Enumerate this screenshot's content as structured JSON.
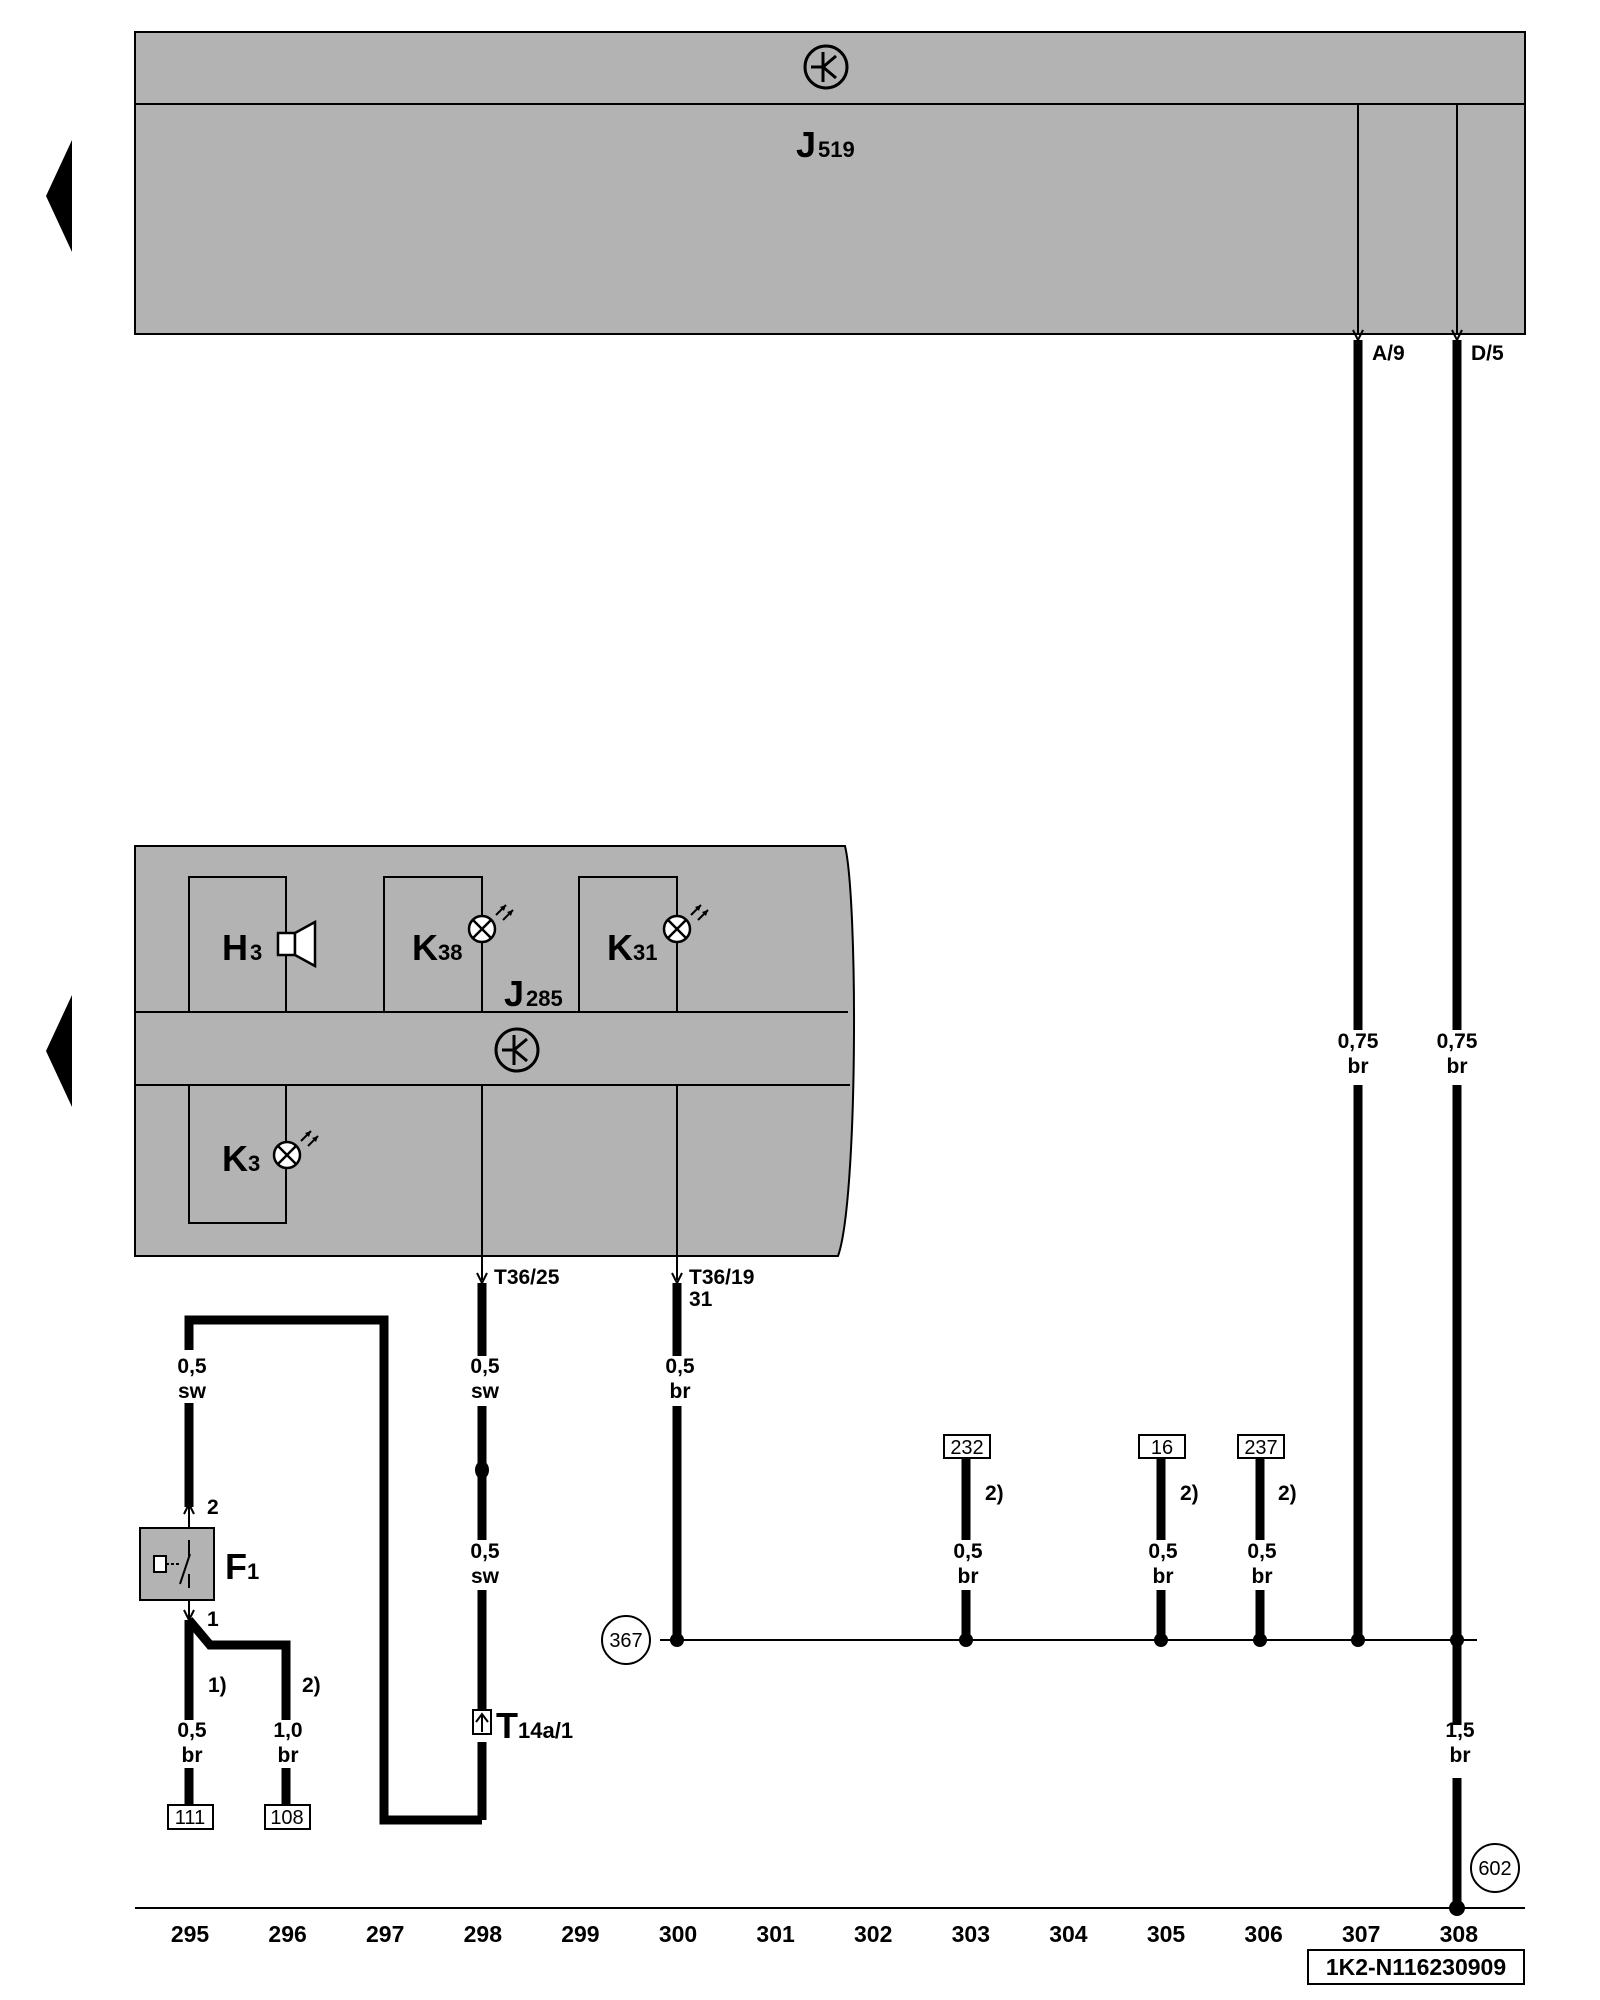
{
  "components": {
    "bcm": {
      "letter": "J",
      "sub": "519",
      "pins": {
        "a9": "A/9",
        "d5": "D/5"
      }
    },
    "cluster": {
      "letter": "J",
      "sub": "285",
      "pins": {
        "t36_25": "T36/25",
        "t36_19": "T36/19",
        "t36_19_term": "31"
      }
    },
    "buzzer": {
      "letter": "H",
      "sub": "3"
    },
    "warn_k38": {
      "letter": "K",
      "sub": "38"
    },
    "warn_k31": {
      "letter": "K",
      "sub": "31"
    },
    "warn_k3": {
      "letter": "K",
      "sub": "3"
    },
    "switch_f1": {
      "letter": "F",
      "sub": "1",
      "pin_top": "2",
      "pin_bottom": "1"
    },
    "connector_t14a": {
      "letter": "T",
      "sub": "14a/1"
    }
  },
  "wires": {
    "a9": {
      "size": "0,75",
      "color": "br"
    },
    "d5": {
      "size": "0,75",
      "color": "br"
    },
    "ground_main": {
      "size": "1,5",
      "color": "br"
    },
    "f1_up": {
      "size": "0,5",
      "color": "sw"
    },
    "t36_25_up": {
      "size": "0,5",
      "color": "sw"
    },
    "t36_25_down": {
      "size": "0,5",
      "color": "sw"
    },
    "t36_19": {
      "size": "0,5",
      "color": "br"
    },
    "r232": {
      "size": "0,5",
      "color": "br"
    },
    "r16": {
      "size": "0,5",
      "color": "br"
    },
    "r237": {
      "size": "0,5",
      "color": "br"
    },
    "r111": {
      "size": "0,5",
      "color": "br"
    },
    "r108": {
      "size": "1,0",
      "color": "br"
    }
  },
  "notes": {
    "one": "1)",
    "two": "2)"
  },
  "references": {
    "r232": "232",
    "r16": "16",
    "r237": "237",
    "r111": "111",
    "r108": "108"
  },
  "ground_points": {
    "g367": "367",
    "g602": "602"
  },
  "columns": [
    "295",
    "296",
    "297",
    "298",
    "299",
    "300",
    "301",
    "302",
    "303",
    "304",
    "305",
    "306",
    "307",
    "308"
  ],
  "doc_code": "1K2-N116230909"
}
